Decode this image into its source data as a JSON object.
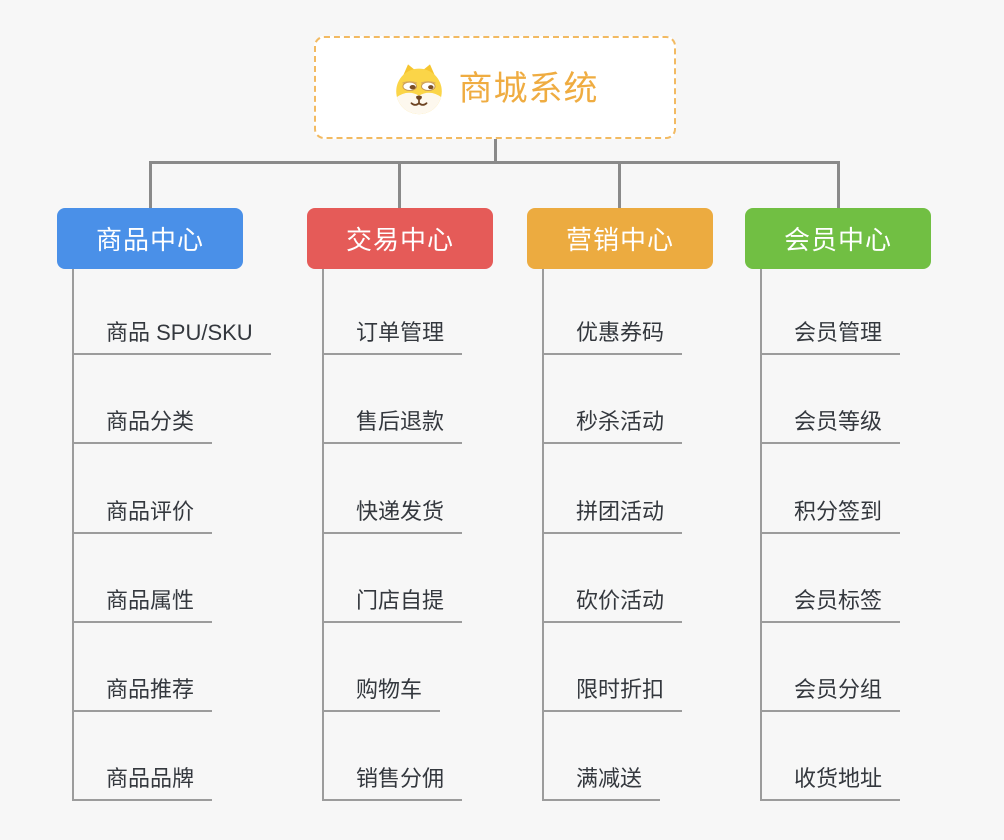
{
  "page": {
    "background_color": "#f7f7f7",
    "connector_color": "#8a8a8a",
    "underline_color": "#9c9c9c",
    "item_text_color": "#34383e"
  },
  "root": {
    "title": "商城系统",
    "icon": "dog-face-icon",
    "text_color": "#efac41",
    "border_color": "#f2ba62"
  },
  "branches": [
    {
      "label": "商品中心",
      "color": "#4a90e8",
      "items": [
        "商品 SPU/SKU",
        "商品分类",
        "商品评价",
        "商品属性",
        "商品推荐",
        "商品品牌"
      ]
    },
    {
      "label": "交易中心",
      "color": "#e55b58",
      "items": [
        "订单管理",
        "售后退款",
        "快递发货",
        "门店自提",
        "购物车",
        "销售分佣"
      ]
    },
    {
      "label": "营销中心",
      "color": "#ecab40",
      "items": [
        "优惠券码",
        "秒杀活动",
        "拼团活动",
        "砍价活动",
        "限时折扣",
        "满减送"
      ]
    },
    {
      "label": "会员中心",
      "color": "#71bf43",
      "items": [
        "会员管理",
        "会员等级",
        "积分签到",
        "会员标签",
        "会员分组",
        "收货地址"
      ]
    }
  ]
}
